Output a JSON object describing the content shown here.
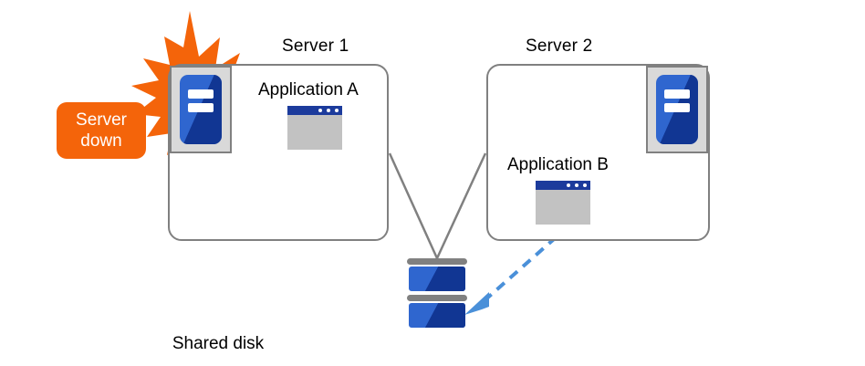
{
  "diagram": {
    "title_text": "",
    "colors": {
      "box_border": "#808080",
      "server_blue_light": "#2f66cf",
      "server_blue_dark": "#113693",
      "app_titlebar": "#1c3b9c",
      "app_body": "#c2c2c2",
      "icon_frame_bg": "#d9d9d9",
      "alert_orange": "#f4640a",
      "arrow_blue": "#4a90d9",
      "connector_gray": "#808080",
      "background": "#ffffff"
    }
  },
  "alert": {
    "badge_line1": "Server",
    "badge_line2": "down",
    "burst_name": "explosion-burst"
  },
  "servers": [
    {
      "id": "server1",
      "title": "Server 1",
      "app_label": "Application A",
      "icon_position": "top-left",
      "status": "down"
    },
    {
      "id": "server2",
      "title": "Server 2",
      "app_label": "Application B",
      "icon_position": "top-right",
      "status": "active"
    }
  ],
  "storage": {
    "label": "Shared disk",
    "unit_count": 2
  },
  "connections": {
    "server1_to_disk": "solid-gray-line",
    "server2_to_disk": "solid-gray-line",
    "app_b_to_disk": "dashed-blue-arrow"
  }
}
